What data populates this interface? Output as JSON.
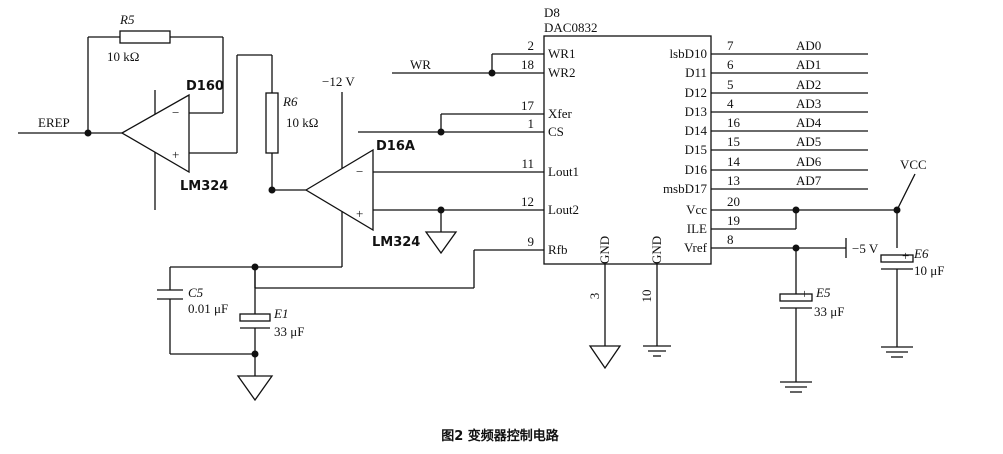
{
  "caption": "图2  变频器控制电路",
  "input_label": "EREP",
  "wr_label": "WR",
  "vcc_label": "VCC",
  "neg12_label": "−12 V",
  "neg5_label": "−5 V",
  "r5": {
    "ref": "R5",
    "value": "10 kΩ"
  },
  "r6": {
    "ref": "R6",
    "value": "10 kΩ"
  },
  "c5": {
    "ref": "C5",
    "value": "0.01 μF"
  },
  "e1": {
    "ref": "E1",
    "value": "33 μF"
  },
  "e5": {
    "ref": "E5",
    "value": "33 μF"
  },
  "e6": {
    "ref": "E6",
    "value": "10 μF"
  },
  "opamp1": {
    "ref": "D160",
    "part": "LM324"
  },
  "opamp2": {
    "ref": "D16A",
    "part": "LM324"
  },
  "dac": {
    "ref": "D8",
    "part": "DAC0832",
    "left_pins": [
      {
        "name": "WR1",
        "num": "2"
      },
      {
        "name": "WR2",
        "num": "18"
      },
      {
        "name": "Xfer",
        "num": "17"
      },
      {
        "name": "CS",
        "num": "1"
      },
      {
        "name": "Lout1",
        "num": "11"
      },
      {
        "name": "Lout2",
        "num": "12"
      },
      {
        "name": "Rfb",
        "num": "9"
      }
    ],
    "right_pins": [
      {
        "name": "lsbD10",
        "num": "7",
        "net": "AD0"
      },
      {
        "name": "D11",
        "num": "6",
        "net": "AD1"
      },
      {
        "name": "D12",
        "num": "5",
        "net": "AD2"
      },
      {
        "name": "D13",
        "num": "4",
        "net": "AD3"
      },
      {
        "name": "D14",
        "num": "16",
        "net": "AD4"
      },
      {
        "name": "D15",
        "num": "15",
        "net": "AD5"
      },
      {
        "name": "D16",
        "num": "14",
        "net": "AD6"
      },
      {
        "name": "msbD17",
        "num": "13",
        "net": "AD7"
      },
      {
        "name": "Vcc",
        "num": "20",
        "net": ""
      },
      {
        "name": "ILE",
        "num": "19",
        "net": ""
      },
      {
        "name": "Vref",
        "num": "8",
        "net": ""
      }
    ],
    "bottom_pins": [
      {
        "name": "GND",
        "num": "3"
      },
      {
        "name": "GND",
        "num": "10"
      }
    ]
  }
}
